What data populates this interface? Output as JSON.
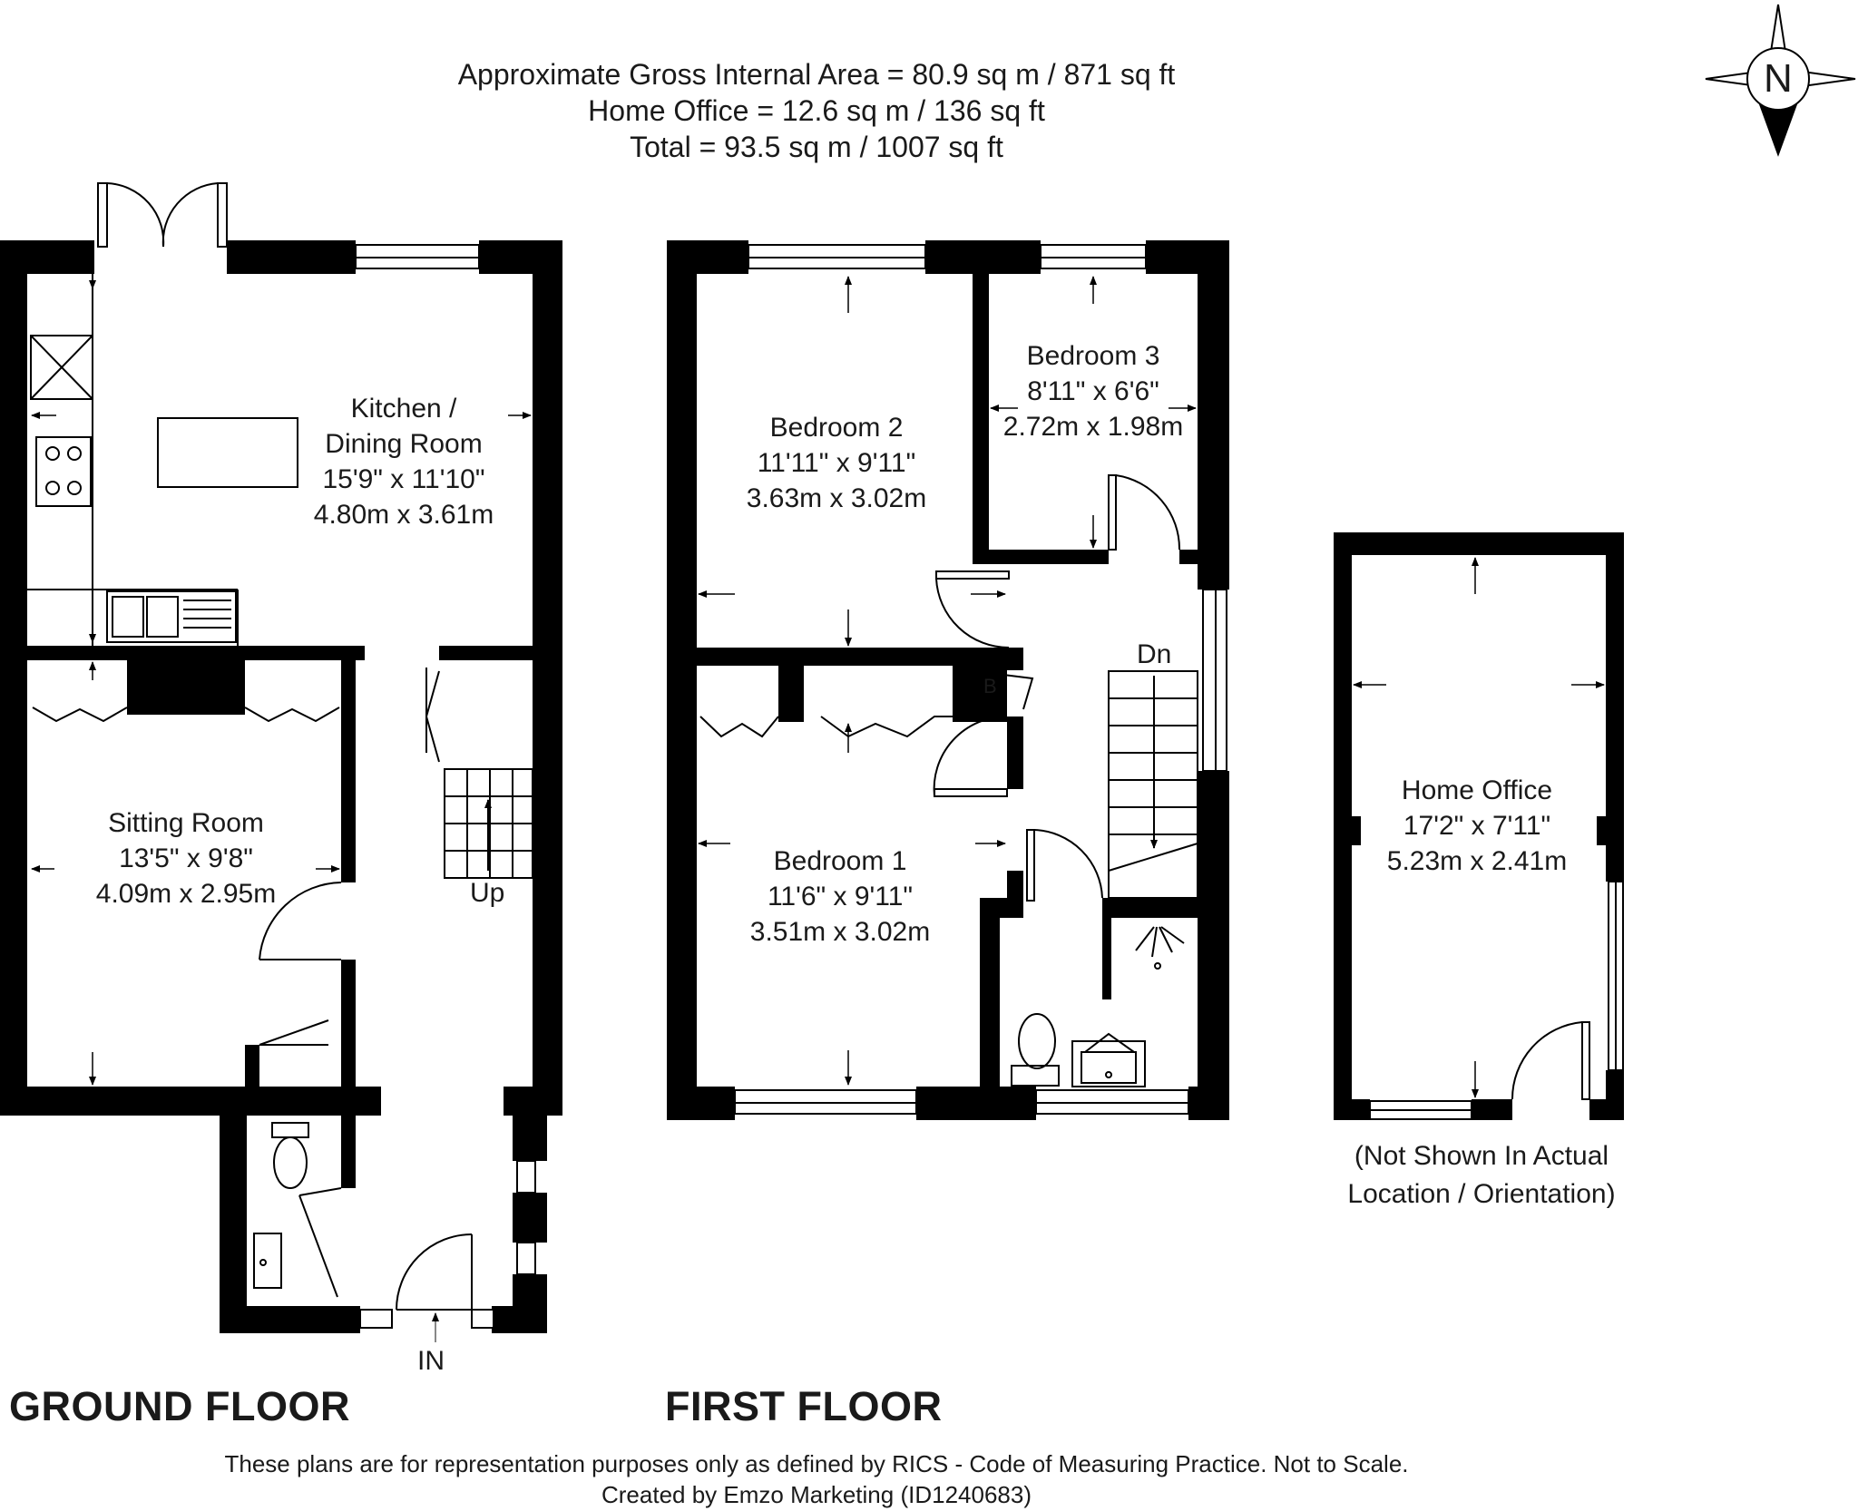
{
  "header": {
    "gross_area": "Approximate Gross Internal Area = 80.9 sq m / 871 sq ft",
    "home_office_area": "Home Office = 12.6 sq m / 136 sq ft",
    "total_area": "Total = 93.5 sq m / 1007 sq ft"
  },
  "compass": {
    "label": "N",
    "icon": "north-compass-icon"
  },
  "ground_floor": {
    "title": "GROUND FLOOR",
    "kitchen": {
      "name_line1": "Kitchen /",
      "name_line2": "Dining Room",
      "imperial": "15'9\" x 11'10\"",
      "metric": "4.80m x 3.61m"
    },
    "sitting_room": {
      "name": "Sitting Room",
      "imperial": "13'5\" x 9'8\"",
      "metric": "4.09m x 2.95m"
    },
    "stairs_label": "Up",
    "entrance_label": "IN"
  },
  "first_floor": {
    "title": "FIRST FLOOR",
    "bedroom2": {
      "name": "Bedroom 2",
      "imperial": "11'11\" x 9'11\"",
      "metric": "3.63m x 3.02m"
    },
    "bedroom3": {
      "name": "Bedroom 3",
      "imperial": "8'11\" x 6'6\"",
      "metric": "2.72m x 1.98m"
    },
    "bedroom1": {
      "name": "Bedroom 1",
      "imperial": "11'6\" x 9'11\"",
      "metric": "3.51m x 3.02m"
    },
    "stairs_label": "Dn",
    "boiler_label": "B"
  },
  "home_office": {
    "name": "Home Office",
    "imperial": "17'2\" x 7'11\"",
    "metric": "5.23m x 2.41m",
    "note_line1": "(Not Shown In Actual",
    "note_line2": "Location / Orientation)"
  },
  "footer": {
    "disclaimer": "These plans are for representation purposes only as defined by RICS - Code of Measuring Practice. Not to Scale.",
    "credit": "Created by Emzo Marketing (ID1240683)"
  }
}
